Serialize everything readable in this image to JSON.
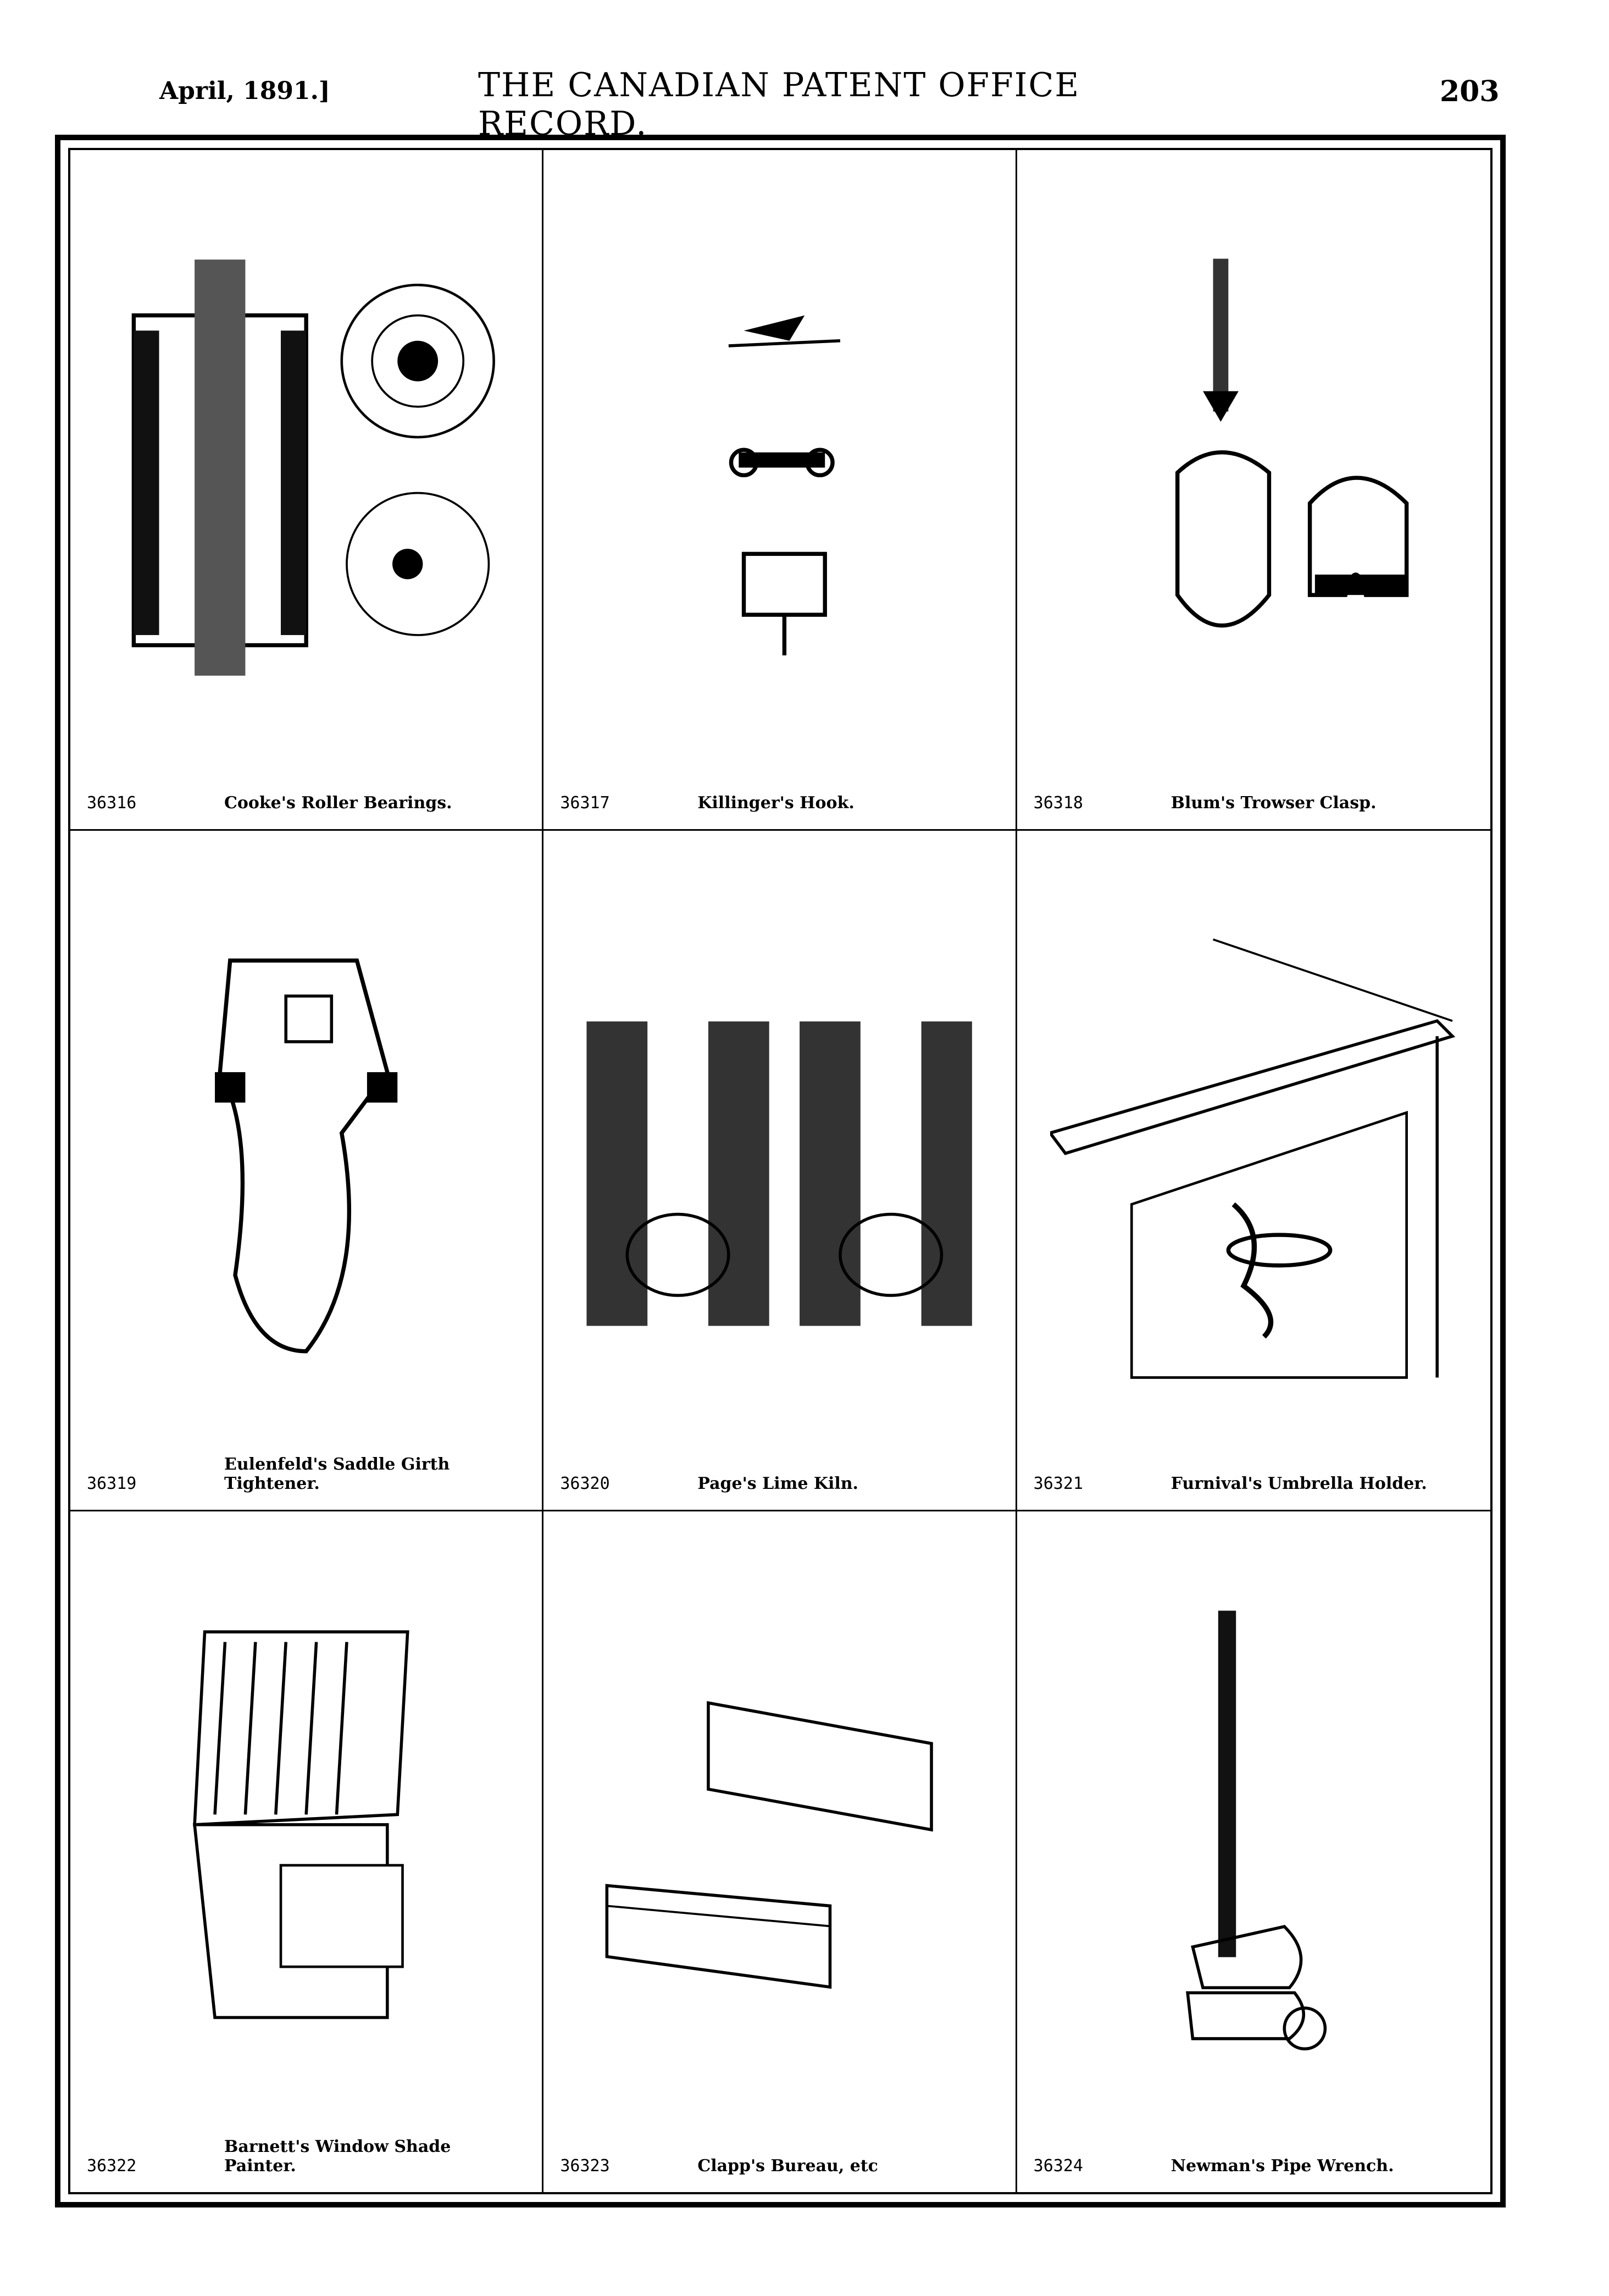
{
  "header": {
    "date": "April, 1891.]",
    "title": "THE CANADIAN PATENT OFFICE RECORD.",
    "page_number": "203"
  },
  "patents": [
    {
      "number": "36316",
      "title": "Cooke's Roller Bearings."
    },
    {
      "number": "36317",
      "title": "Killinger's Hook."
    },
    {
      "number": "36318",
      "title": "Blum's Trowser Clasp."
    },
    {
      "number": "36319",
      "title": "Eulenfeld's Saddle Girth Tightener."
    },
    {
      "number": "36320",
      "title": "Page's Lime Kiln."
    },
    {
      "number": "36321",
      "title": "Furnival's Umbrella Holder."
    },
    {
      "number": "36322",
      "title": "Barnett's Window Shade Painter."
    },
    {
      "number": "36323",
      "title": "Clapp's Bureau, etc"
    },
    {
      "number": "36324",
      "title": "Newman's Pipe Wrench."
    }
  ]
}
